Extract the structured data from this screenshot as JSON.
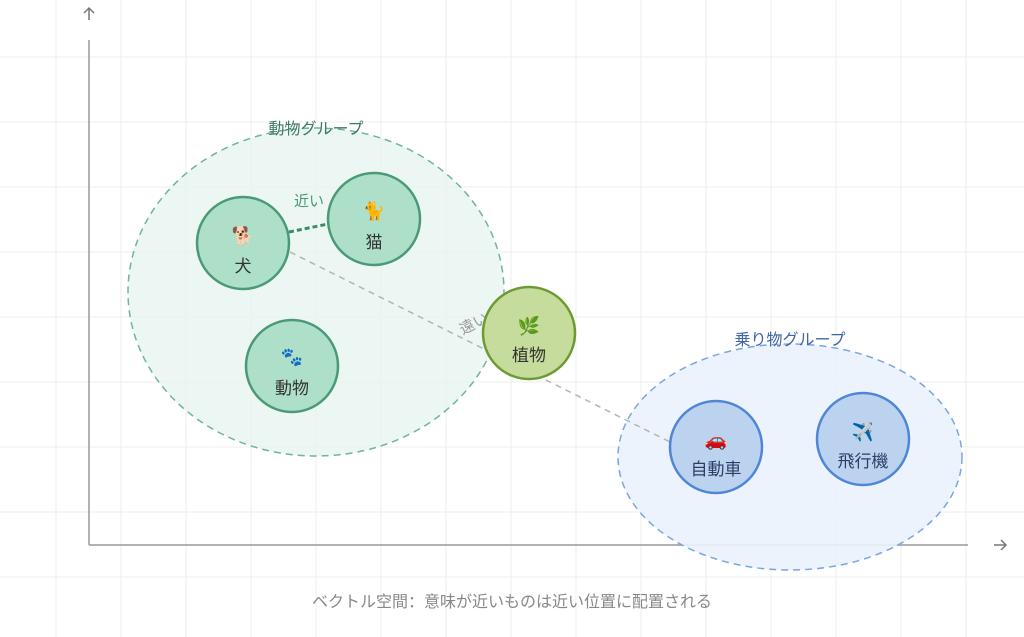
{
  "groups": {
    "animals": {
      "label": "動物グループ",
      "fill": "#e9f5f0",
      "stroke": "#6fb59a",
      "text_color": "#3d7a63"
    },
    "vehicles": {
      "label": "乗り物グループ",
      "fill": "#eaf2fc",
      "stroke": "#7aa6e0",
      "text_color": "#3e66a8"
    }
  },
  "nodes": {
    "dog": {
      "icon": "🐕",
      "label": "犬"
    },
    "cat": {
      "icon": "🐈",
      "label": "猫"
    },
    "animal": {
      "icon": "🐾",
      "label": "動物"
    },
    "plant": {
      "icon": "🌿",
      "label": "植物"
    },
    "car": {
      "icon": "🚗",
      "label": "自動車"
    },
    "airplane": {
      "icon": "✈️",
      "label": "飛行機"
    }
  },
  "relations": {
    "near": "近い",
    "far": "遠い"
  },
  "caption": "ベクトル空間：意味が近いものは近い位置に配置される",
  "colors": {
    "animal_node_fill": "#aedfc9",
    "animal_node_stroke": "#4a9a78",
    "plant_node_fill": "#c6dc9c",
    "plant_node_stroke": "#6e9a34",
    "vehicle_node_fill": "#bcd3f0",
    "vehicle_node_stroke": "#4f86d6"
  }
}
